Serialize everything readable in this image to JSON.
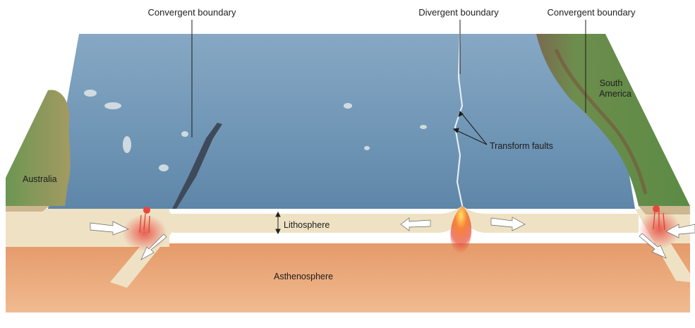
{
  "labels": {
    "convergent_left": "Convergent boundary",
    "divergent": "Divergent boundary",
    "convergent_right": "Convergent boundary",
    "south_america_line1": "South",
    "south_america_line2": "America",
    "australia": "Australia",
    "transform_faults": "Transform faults",
    "lithosphere": "Lithosphere",
    "asthenosphere": "Asthenosphere"
  },
  "colors": {
    "ocean": "#6f95b5",
    "land_green": "#5d8f4a",
    "lithosphere": "#efe3c7",
    "asthenosphere": "#e8a577",
    "magma": "#f26a2a"
  }
}
